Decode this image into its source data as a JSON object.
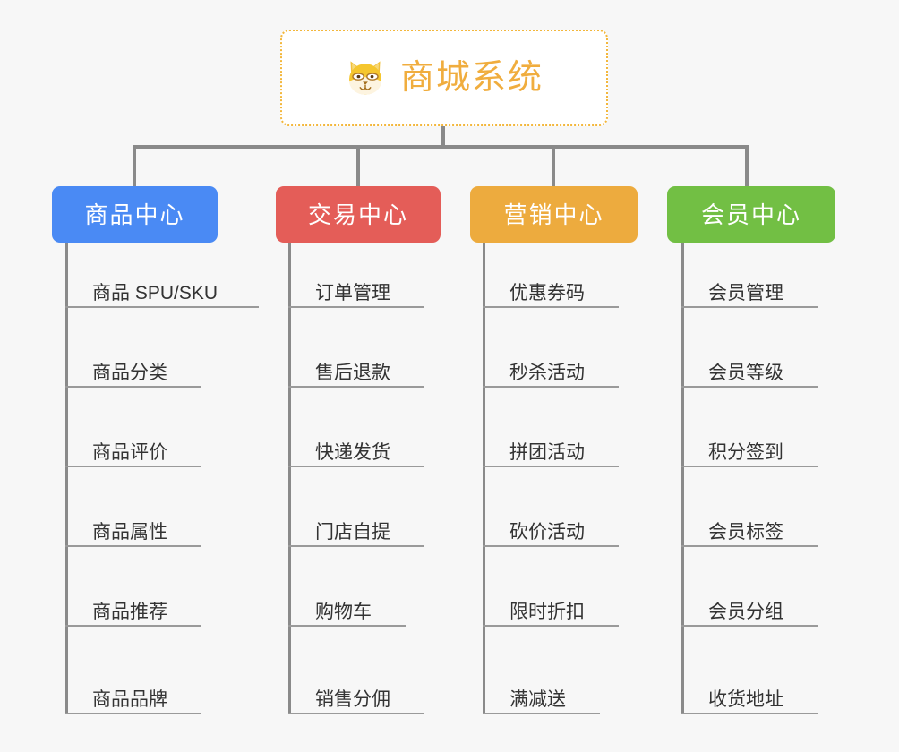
{
  "diagram": {
    "title": "商城系统",
    "background_color": "#f7f7f7",
    "root": {
      "label": "商城系统",
      "icon": "shiba-dog-icon",
      "text_color": "#f0ad3e",
      "border_color": "#f3b73c",
      "background_color": "#ffffff"
    },
    "line_color": "#8a8a8a",
    "branches": [
      {
        "label": "商品中心",
        "color": "#4a8af4",
        "leaves": [
          "商品 SPU/SKU",
          "商品分类",
          "商品评价",
          "商品属性",
          "商品推荐",
          "商品品牌"
        ]
      },
      {
        "label": "交易中心",
        "color": "#e45d58",
        "leaves": [
          "订单管理",
          "售后退款",
          "快递发货",
          "门店自提",
          "购物车",
          "销售分佣"
        ]
      },
      {
        "label": "营销中心",
        "color": "#edab3e",
        "leaves": [
          "优惠券码",
          "秒杀活动",
          "拼团活动",
          "砍价活动",
          "限时折扣",
          "满减送"
        ]
      },
      {
        "label": "会员中心",
        "color": "#72bf44",
        "leaves": [
          "会员管理",
          "会员等级",
          "积分签到",
          "会员标签",
          "会员分组",
          "收货地址"
        ]
      }
    ]
  }
}
